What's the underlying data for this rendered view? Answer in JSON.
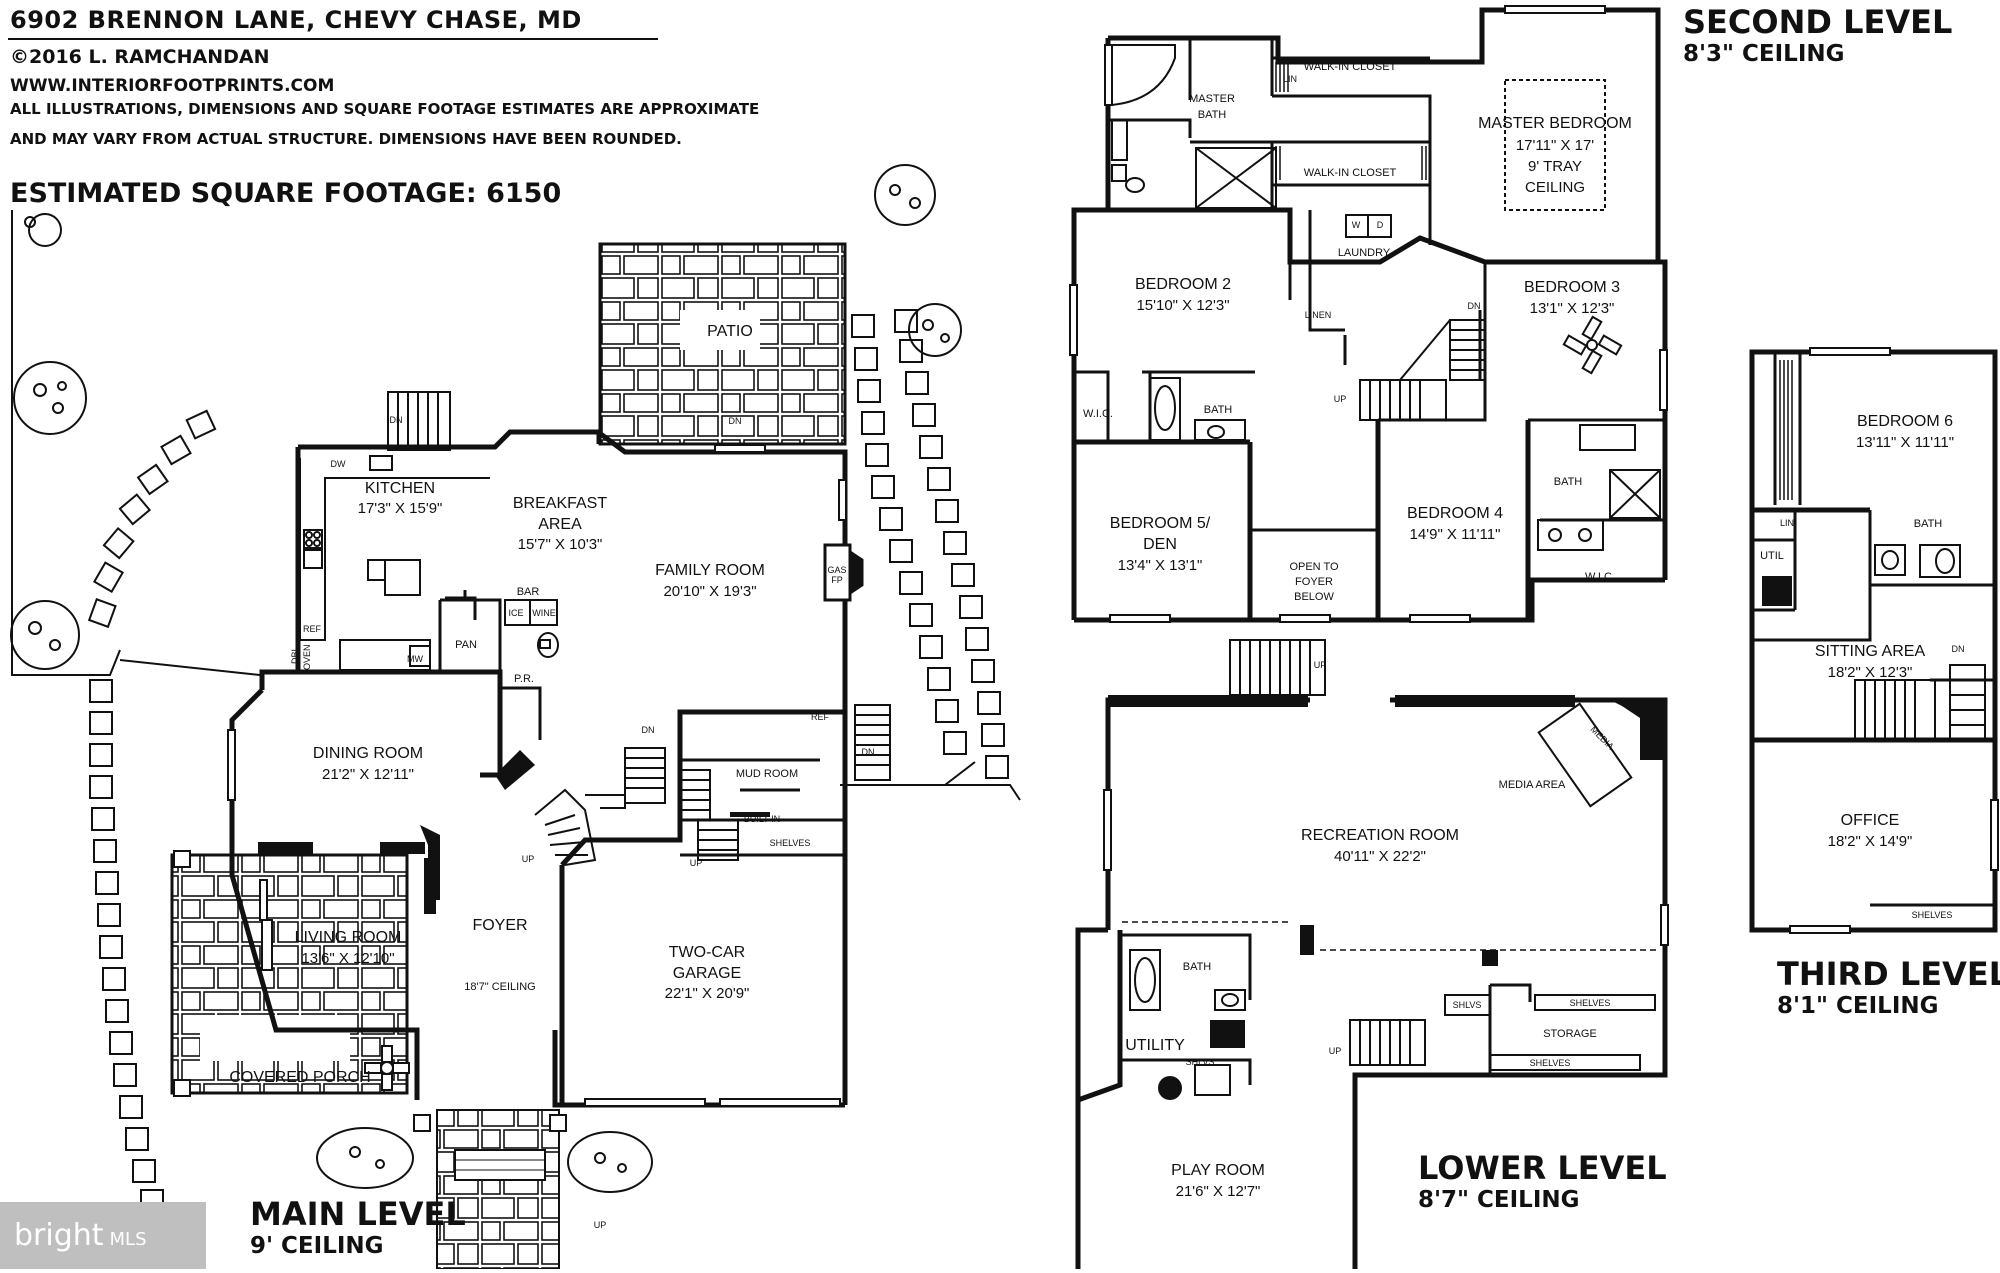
{
  "header": {
    "address": "6902 BRENNON LANE, CHEVY CHASE, MD",
    "copyright": "©2016 L. RAMCHANDAN",
    "website": "WWW.INTERIORFOOTPRINTS.COM",
    "disclaimer_line1": "ALL ILLUSTRATIONS, DIMENSIONS AND SQUARE FOOTAGE ESTIMATES ARE APPROXIMATE",
    "disclaimer_line2": "AND MAY VARY FROM ACTUAL STRUCTURE. DIMENSIONS HAVE BEEN ROUNDED.",
    "square_footage": "ESTIMATED SQUARE FOOTAGE: 6150"
  },
  "levels": {
    "main": {
      "name": "MAIN LEVEL",
      "ceiling": "9' CEILING"
    },
    "second": {
      "name": "SECOND LEVEL",
      "ceiling": "8'3\" CEILING"
    },
    "lower": {
      "name": "LOWER LEVEL",
      "ceiling": "8'7\" CEILING"
    },
    "third": {
      "name": "THIRD LEVEL",
      "ceiling": "8'1\" CEILING"
    }
  },
  "watermark": {
    "brand": "bright",
    "suffix": "MLS"
  },
  "rooms": {
    "patio": "PATIO",
    "kitchen": {
      "name": "KITCHEN",
      "dim": "17'3\" X 15'9\""
    },
    "breakfast": {
      "name1": "BREAKFAST",
      "name2": "AREA",
      "dim": "15'7\" X 10'3\""
    },
    "family": {
      "name": "FAMILY ROOM",
      "dim": "20'10\" X 19'3\""
    },
    "dining": {
      "name": "DINING ROOM",
      "dim": "21'2\" X 12'11\""
    },
    "living": {
      "name": "LIVING ROOM",
      "dim": "13'6\" X 12'10\""
    },
    "foyer": {
      "name": "FOYER",
      "ceiling": "18'7\" CEILING"
    },
    "garage": {
      "name1": "TWO-CAR",
      "name2": "GARAGE",
      "dim": "22'1\" X 20'9\""
    },
    "porch": "COVERED PORCH",
    "mud": "MUD ROOM",
    "master_bath": {
      "line1": "MASTER",
      "line2": "BATH"
    },
    "master_bed": {
      "name": "MASTER BEDROOM",
      "dim": "17'11\" X 17'",
      "tray1": "9' TRAY",
      "tray2": "CEILING"
    },
    "bed2": {
      "name": "BEDROOM 2",
      "dim": "15'10\" X 12'3\""
    },
    "bed3": {
      "name": "BEDROOM 3",
      "dim": "13'1\" X 12'3\""
    },
    "bed4": {
      "name": "BEDROOM 4",
      "dim": "14'9\" X 11'11\""
    },
    "bed5": {
      "name1": "BEDROOM 5/",
      "name2": "DEN",
      "dim": "13'4\" X 13'1\""
    },
    "open_foyer": {
      "l1": "OPEN TO",
      "l2": "FOYER",
      "l3": "BELOW"
    },
    "bed6": {
      "name": "BEDROOM 6",
      "dim": "13'11\" X 11'11\""
    },
    "sitting": {
      "name": "SITTING AREA",
      "dim": "18'2\" X 12'3\""
    },
    "office": {
      "name": "OFFICE",
      "dim": "18'2\" X 14'9\""
    },
    "recreation": {
      "name": "RECREATION ROOM",
      "dim": "40'11\" X 22'2\""
    },
    "media": "MEDIA AREA",
    "utility": "UTILITY",
    "play": {
      "name": "PLAY ROOM",
      "dim": "21'6\" X 12'7\""
    },
    "storage": "STORAGE"
  },
  "labels": {
    "walk_in_closet": "WALK-IN CLOSET",
    "lin": "LIN",
    "laundry": "LAUNDRY",
    "linen": "LINEN",
    "bath": "BATH",
    "wic": "W.I.C.",
    "dn": "DN",
    "up": "UP",
    "bar": "BAR",
    "ice": "ICE",
    "wine": "WINE",
    "pan": "PAN",
    "pr": "P.R.",
    "ref": "REF",
    "dbl_oven1": "DBL",
    "dbl_oven2": "OVEN",
    "mw": "MW",
    "dw": "DW",
    "gas": "GAS",
    "fp": "FP",
    "built_in": "BUILT-IN",
    "shelves": "SHELVES",
    "shlvs": "SHLVS",
    "util": "UTIL",
    "media": "MEDIA",
    "w": "W",
    "d": "D"
  },
  "colors": {
    "wall": "#111111",
    "paper": "#ffffff",
    "badge": "#bfbfbf"
  }
}
